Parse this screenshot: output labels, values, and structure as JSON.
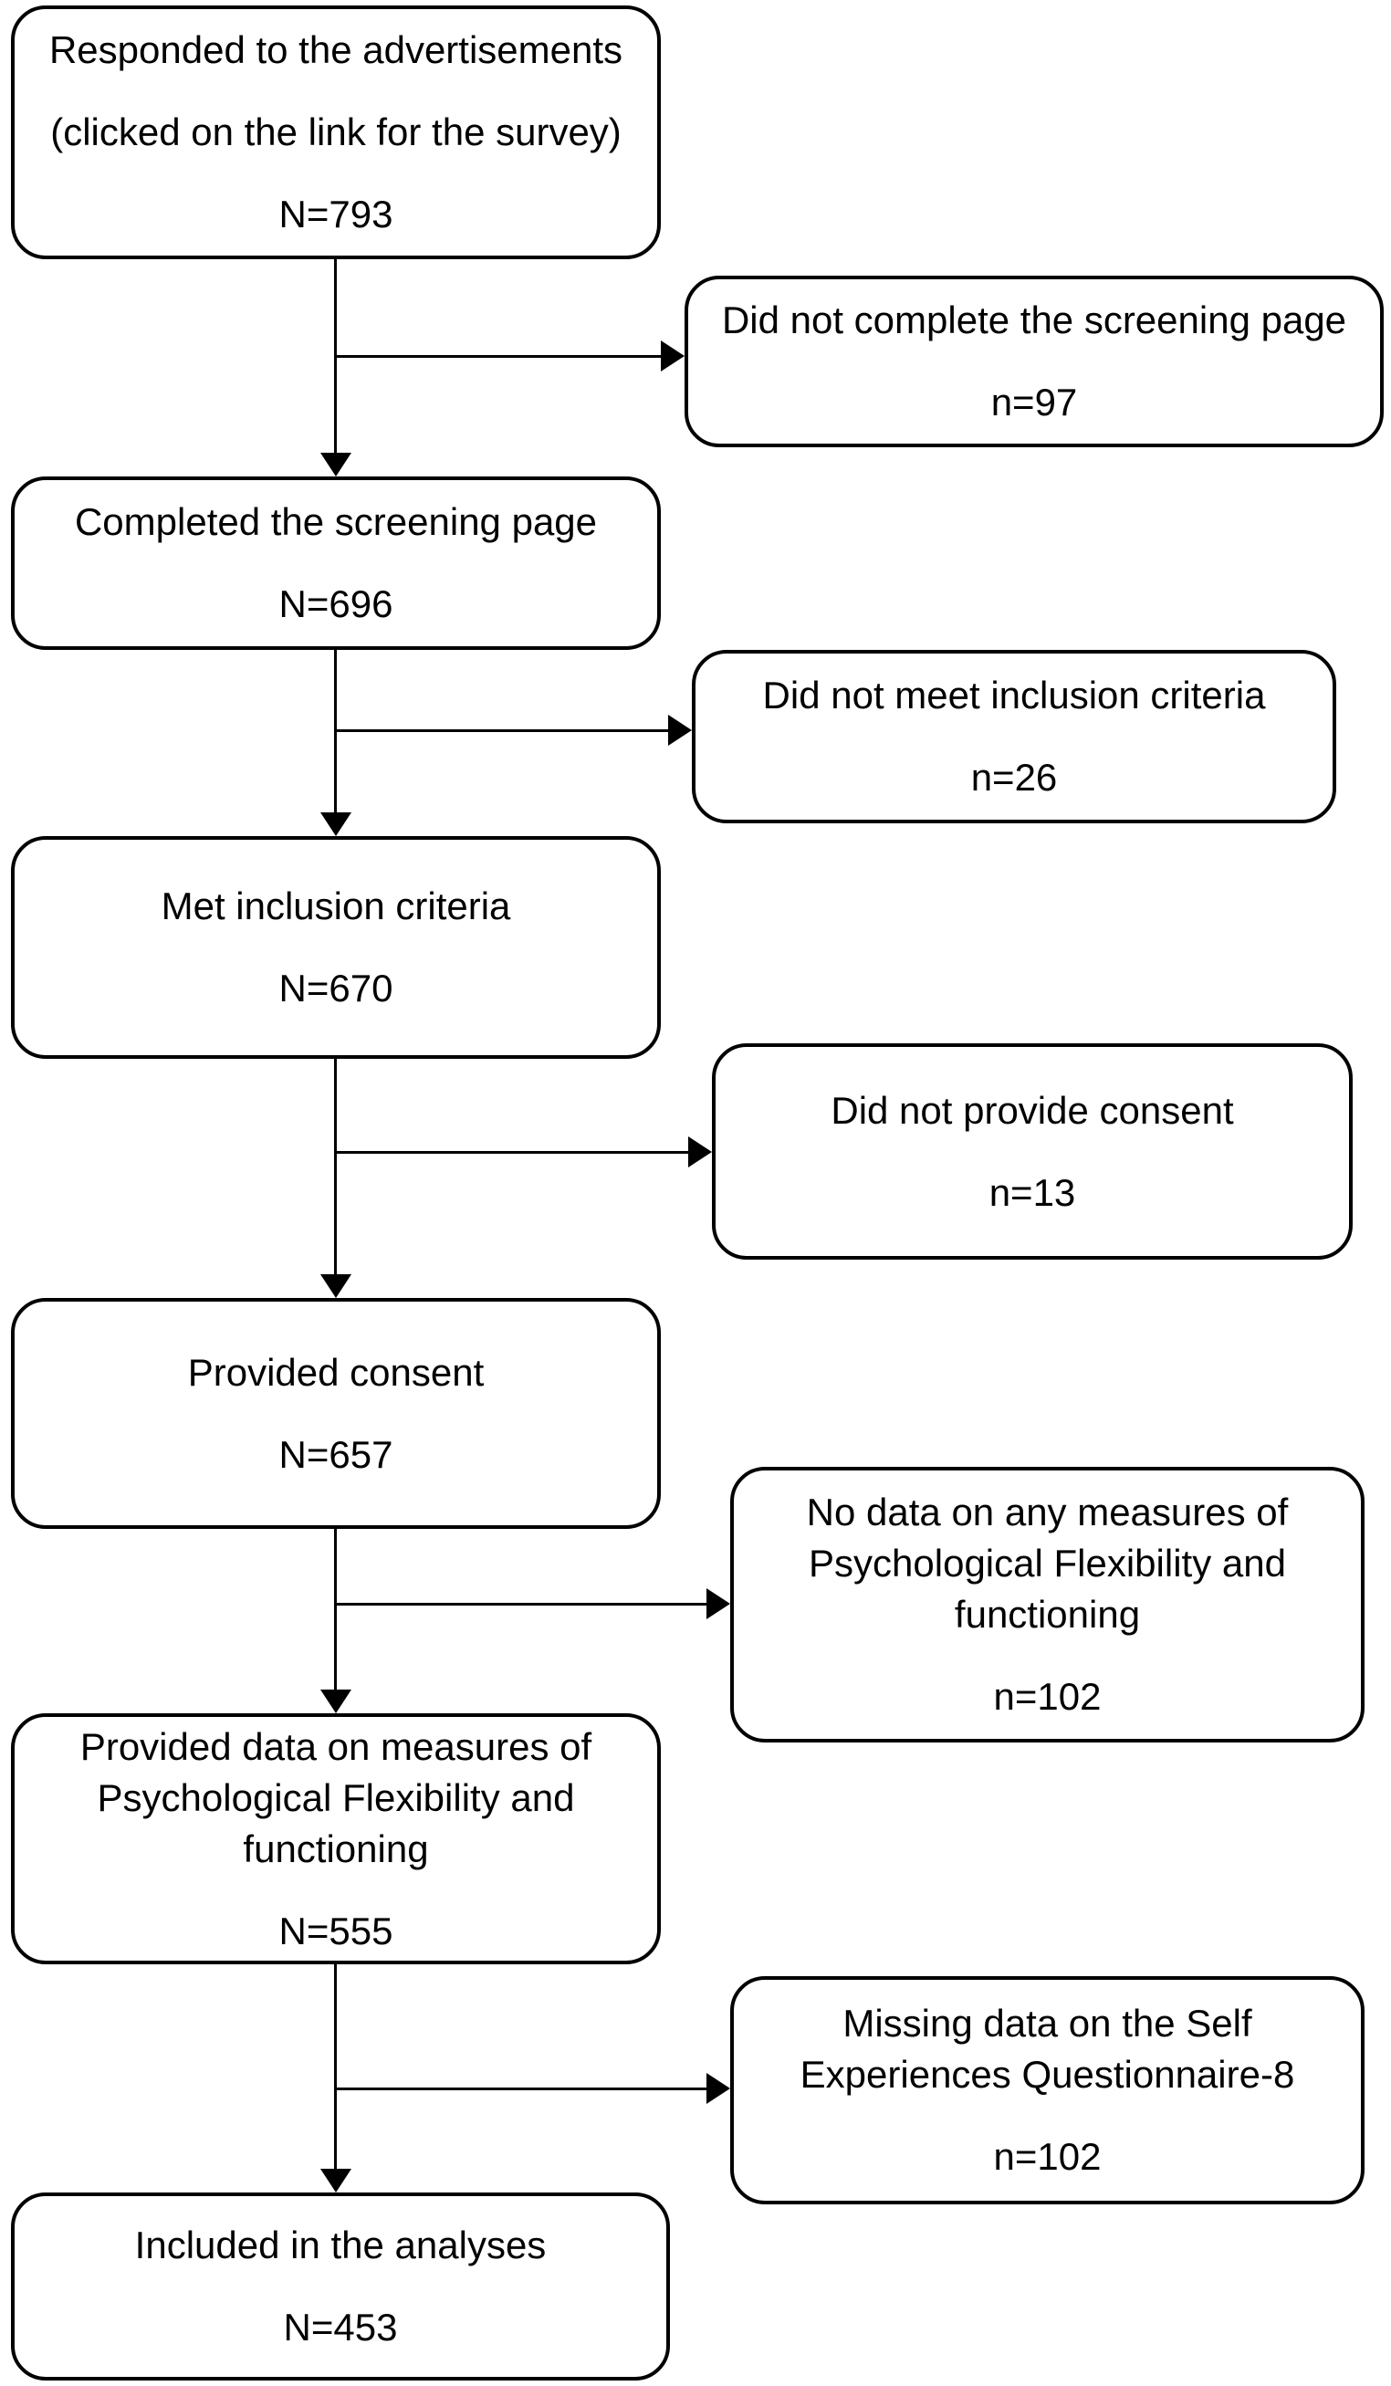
{
  "main_path": [
    {
      "text": "Responded to the advertisements",
      "text2": "(clicked on the link for the survey)",
      "count": "N=793"
    },
    {
      "text": "Completed the screening page",
      "count": "N=696"
    },
    {
      "text": "Met inclusion criteria",
      "count": "N=670"
    },
    {
      "text": "Provided consent",
      "count": "N=657"
    },
    {
      "text": "Provided data on measures of Psychological Flexibility and functioning",
      "count": "N=555"
    },
    {
      "text": "Included in the analyses",
      "count": "N=453"
    }
  ],
  "exclusions": [
    {
      "text": "Did not complete the screening page",
      "count": "n=97"
    },
    {
      "text": "Did not meet inclusion criteria",
      "count": "n=26"
    },
    {
      "text": "Did not provide consent",
      "count": "n=13"
    },
    {
      "text": "No data on any measures of Psychological Flexibility and functioning",
      "count": "n=102"
    },
    {
      "text": "Missing data on the Self Experiences Questionnaire-8",
      "count": "n=102"
    }
  ],
  "colors": {
    "line": "#000000",
    "background": "#ffffff",
    "text": "#000000"
  }
}
